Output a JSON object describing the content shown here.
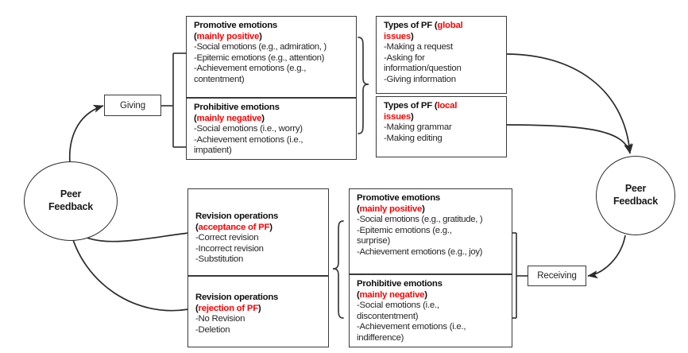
{
  "diagram": {
    "title": "Peer Feedback giving and receiving process model",
    "accent_red": "#ff0000",
    "line_color": "#3a3a3a"
  },
  "nodes": {
    "peer_feedback_left": {
      "label_line1": "Peer",
      "label_line2": "Feedback"
    },
    "peer_feedback_right": {
      "label_line1": "Peer",
      "label_line2": "Feedback"
    },
    "giving": {
      "label": "Giving"
    },
    "receiving": {
      "label": "Receiving"
    }
  },
  "cards": {
    "giving_promotive": {
      "heading": "Promotive emotions",
      "subheading_open": "(",
      "subheading_red": "mainly positive",
      "subheading_close": ")",
      "items": [
        "-Social emotions (e.g., admiration, )",
        "-Epitemic emotions (e.g., attention)",
        "-Achievement emotions (e.g.,",
        "contentment)"
      ]
    },
    "giving_prohibitive": {
      "heading": "Prohibitive emotions",
      "subheading_open": "(",
      "subheading_red": "mainly negative",
      "subheading_close": ")",
      "items": [
        "-Social emotions (i.e., worry)",
        "-Achievement emotions (i.e.,",
        "impatient)"
      ]
    },
    "pf_global": {
      "heading_pre": "Types of PF (",
      "heading_red": "global",
      "heading_red2": "issues",
      "heading_post": ")",
      "items": [
        "-Making a request",
        "-Asking for",
        "information/question",
        "-Giving information"
      ]
    },
    "pf_local": {
      "heading_pre": " Types of PF (",
      "heading_red": "local",
      "heading_red2": "issues",
      "heading_post": ")",
      "items": [
        "-Making grammar",
        "-Making editing"
      ]
    },
    "revision_acceptance": {
      "heading": "Revision operations",
      "subheading_open": "(",
      "subheading_red": "acceptance of PF",
      "subheading_close": ")",
      "items": [
        "-Correct revision",
        "-Incorrect revision",
        "-Substitution"
      ]
    },
    "revision_rejection": {
      "heading": "Revision operations",
      "subheading_open": "(",
      "subheading_red": "rejection of PF",
      "subheading_close": ")",
      "items": [
        "-No Revision",
        "-Deletion"
      ]
    },
    "receiving_promotive": {
      "heading": "Promotive emotions",
      "subheading_open": "(",
      "subheading_red": "mainly positive",
      "subheading_close": ")",
      "items": [
        "-Social emotions (e.g., gratitude, )",
        "-Epitemic emotions (e.g.,",
        "surprise)",
        "-Achievement emotions (e.g., joy)"
      ]
    },
    "receiving_prohibitive": {
      "heading": "Prohibitive emotions",
      "subheading_open": "(",
      "subheading_red": "mainly negative",
      "subheading_close": ")",
      "items": [
        "-Social emotions (i.e.,",
        "discontentment)",
        "-Achievement emotions (i.e.,",
        "indifference)"
      ]
    }
  }
}
